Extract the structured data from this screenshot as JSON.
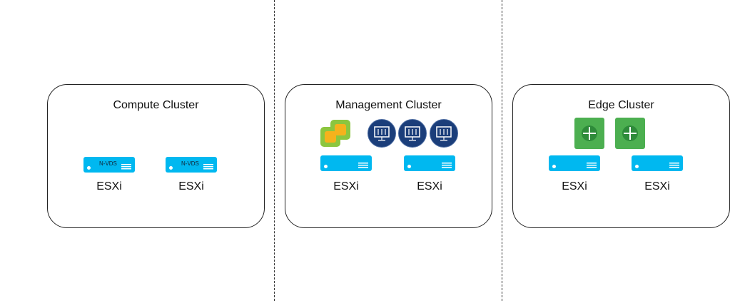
{
  "clusters": [
    {
      "title": "Compute Cluster",
      "hosts": [
        {
          "label": "ESXi",
          "switch": "N-VDS"
        },
        {
          "label": "ESXi",
          "switch": "N-VDS"
        }
      ]
    },
    {
      "title": "Management Cluster",
      "hosts": [
        {
          "label": "ESXi"
        },
        {
          "label": "ESXi"
        }
      ]
    },
    {
      "title": "Edge Cluster",
      "hosts": [
        {
          "label": "ESXi"
        },
        {
          "label": "ESXi"
        }
      ]
    }
  ],
  "colors": {
    "server": "#00b8f0",
    "monitor": "#1b3e7a",
    "edge": "#4caf50"
  }
}
